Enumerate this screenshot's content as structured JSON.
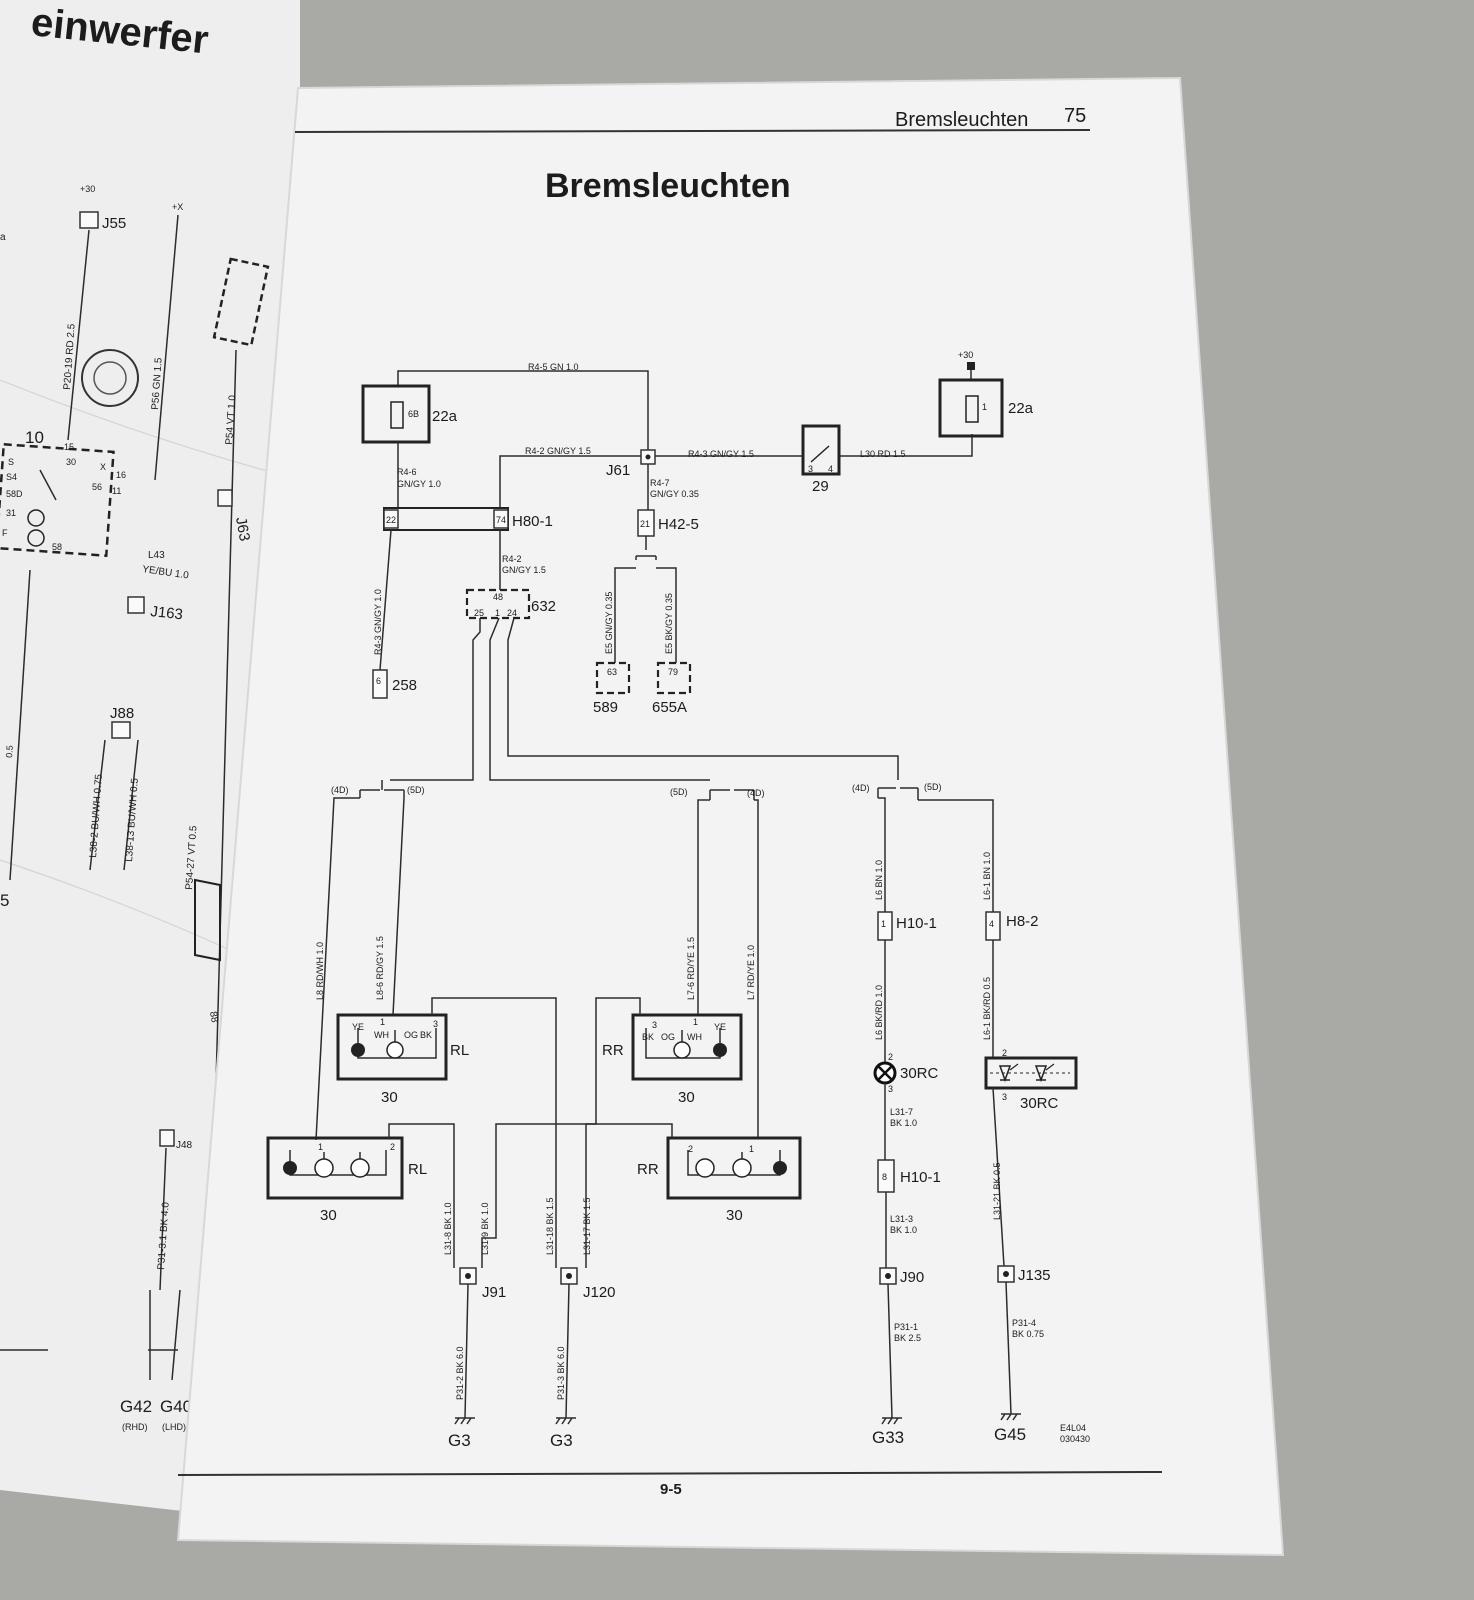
{
  "left_page": {
    "title_fragment": "einwerfer",
    "labels": {
      "plus30": "+30",
      "plusx": "+X",
      "j55": "J55",
      "a": "a",
      "n10": "10",
      "n15": "15",
      "n30": "30",
      "x": "X",
      "n16": "16",
      "n56": "56",
      "n11": "11",
      "s": "S",
      "s4": "S4",
      "s8d": "58D",
      "n31": "31",
      "f": "F",
      "n58": "58",
      "p20": "P20-19 RD 2.5",
      "p56": "P56 GN 1.5",
      "p54": "P54 VT 1.0",
      "j63": "J63",
      "l43": "L43",
      "yebu": "YE/BU 1.0",
      "j163": "J163",
      "j88": "J88",
      "l382": "L38-2 BU/WH 0.75",
      "l3813": "L38-13 BU/WH 0.5",
      "p5427": "P54-27 VT 0.5",
      "n05": "0.5",
      "n5": "5",
      "j48": "J48",
      "p313": "P31-3.1 BK 4.0",
      "g42": "G42",
      "g40": "G40",
      "rhd": "(RHD)",
      "lhd": "(LHD)",
      "n88": "88"
    }
  },
  "header": {
    "running_title": "Bremsleuchten",
    "page_number": "75",
    "main_title": "Bremsleuchten"
  },
  "footer": {
    "page_ref": "9-5",
    "code1": "E4L04",
    "code2": "030430"
  },
  "components": {
    "fuse_left": {
      "label": "22a",
      "pin": "6B"
    },
    "fuse_right": {
      "label": "22a",
      "pin": "1",
      "supply": "+30"
    },
    "switch": {
      "label": "29",
      "pin3": "3",
      "pin4": "4"
    },
    "j61": "J61",
    "h80": {
      "label": "H80-1",
      "pin_a": "22",
      "pin_b": "74"
    },
    "h42": {
      "label": "H42-5",
      "pin": "21"
    },
    "c632": {
      "label": "632",
      "pin48": "48",
      "pin25": "25",
      "pin1": "1",
      "pin24": "24"
    },
    "c258": {
      "label": "258",
      "pin": "6"
    },
    "c589": {
      "label": "589",
      "pin": "63"
    },
    "c655a": {
      "label": "655A",
      "pin": "79"
    },
    "rl_upper": {
      "label": "RL",
      "num": "30",
      "pins": [
        "YE",
        "1",
        "WH",
        "OG",
        "BK",
        "3"
      ]
    },
    "rr_upper": {
      "label": "RR",
      "num": "30",
      "pins": [
        "3",
        "BK",
        "OG",
        "1",
        "WH",
        "YE"
      ]
    },
    "rl_lower": {
      "label": "RL",
      "num": "30",
      "pin1": "1",
      "pin2": "2"
    },
    "rr_lower": {
      "label": "RR",
      "num": "30",
      "pin2": "2",
      "pin1": "1"
    },
    "h10_upper": {
      "label": "H10-1",
      "pin": "1"
    },
    "h8": {
      "label": "H8-2",
      "pin": "4"
    },
    "lamp_30rc": {
      "label": "30RC",
      "pin2": "2",
      "pin3": "3"
    },
    "led_30rc": {
      "label": "30RC",
      "pin2": "2",
      "pin3": "3"
    },
    "h10_lower": {
      "label": "H10-1",
      "pin": "8"
    },
    "j90": "J90",
    "j135": "J135",
    "j91": "J91",
    "j120": "J120",
    "g3a": "G3",
    "g3b": "G3",
    "g33": "G33",
    "g45": "G45"
  },
  "wires": {
    "r45": "R4-5  GN  1.0",
    "r42a": "R4-2  GN/GY  1.5",
    "r43a": "R4-3  GN/GY  1.5",
    "l30": "L30  RD  1.5",
    "r46a": "R4-6",
    "r46b": "GN/GY 1.0",
    "r47a": "R4-7",
    "r47b": "GN/GY 0.35",
    "r42b_a": "R4-2",
    "r42b_b": "GN/GY 1.5",
    "r43b": "R4-3  GN/GY  1.0",
    "e5a": "E5  GN/GY  0.35",
    "e5b": "E5  BK/GY  0.35",
    "d4a": "(4D)",
    "d5a": "(5D)",
    "d5b": "(5D)",
    "d4b": "(4D)",
    "d4c": "(4D)",
    "d5c": "(5D)",
    "l8": "L8  RD/WH  1.0",
    "l86": "L8-6  RD/GY  1.5",
    "l76": "L7-6  RD/YE  1.5",
    "l7": "L7  RD/YE  1.0",
    "l6a": "L6  BN  1.0",
    "l61a": "L6-1  BN  1.0",
    "l6b": "L6  BK/RD  1.0",
    "l61b": "L6-1  BK/RD  0.5",
    "l317a": "L31-7",
    "l317b": "BK 1.0",
    "l313a": "L31-3",
    "l313b": "BK 1.0",
    "l3121": "L31-21  BK  0.5",
    "l318": "L31-8  BK  1.0",
    "l319": "L31-9  BK  1.0",
    "l3118": "L31-18  BK  1.5",
    "l3117": "L31-17  BK  1.5",
    "p311a": "P31-1",
    "p311b": "BK 2.5",
    "p314a": "P31-4",
    "p314b": "BK 0.75",
    "p312": "P31-2  BK  6.0",
    "p313": "P31-3  BK  6.0"
  },
  "colors": {
    "page": "#f3f3f3",
    "ink": "#1c1c1c",
    "background": "#a9a9a5"
  }
}
